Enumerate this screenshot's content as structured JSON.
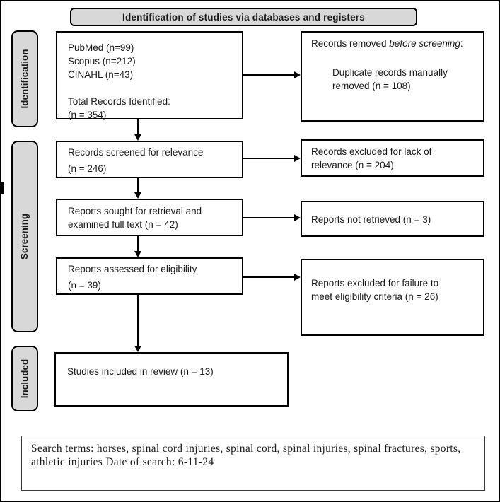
{
  "header": {
    "title": "Identification of studies via databases and registers"
  },
  "sidebar": {
    "stages": [
      {
        "label": "Identification"
      },
      {
        "label": "Screening"
      },
      {
        "label": "Included"
      }
    ]
  },
  "flow": {
    "identified": {
      "sources": [
        "PubMed (n=99)",
        "Scopus (n=212)",
        "CINAHL (n=43)"
      ],
      "total_label": "Total Records Identified:",
      "total_value": "(n = 354)"
    },
    "removed": {
      "prefix": "Records removed ",
      "emphasis": "before screening",
      "suffix": ":",
      "detail_line1": "Duplicate records manually",
      "detail_line2": "removed (n = 108)"
    },
    "screened": {
      "line1": "Records screened for relevance",
      "line2": "(n = 246)"
    },
    "excluded_relevance": {
      "line1": "Records excluded for lack of",
      "line2": "relevance (n = 204)"
    },
    "sought": {
      "line1": "Reports sought for retrieval and",
      "line2": "examined full text (n = 42)"
    },
    "not_retrieved": {
      "text": "Reports not retrieved (n = 3)"
    },
    "assessed": {
      "line1": "Reports assessed for eligibility",
      "line2": "(n = 39)"
    },
    "excluded_eligibility": {
      "line1": "Reports excluded for failure to",
      "line2": "meet eligibility criteria (n = 26)"
    },
    "included": {
      "text": "Studies included in review (n = 13)"
    }
  },
  "footer": {
    "search_terms_line1": "Search terms: horses, spinal cord injuries, spinal cord, spinal injuries, spinal",
    "search_terms_line2": "fractures, sports, athletic injuries",
    "date_line": "Date of search: 6-11-24"
  },
  "colors": {
    "fill_gray": "#d8d8d8",
    "border": "#000000",
    "background": "#ffffff",
    "text": "#1a1a1a"
  }
}
